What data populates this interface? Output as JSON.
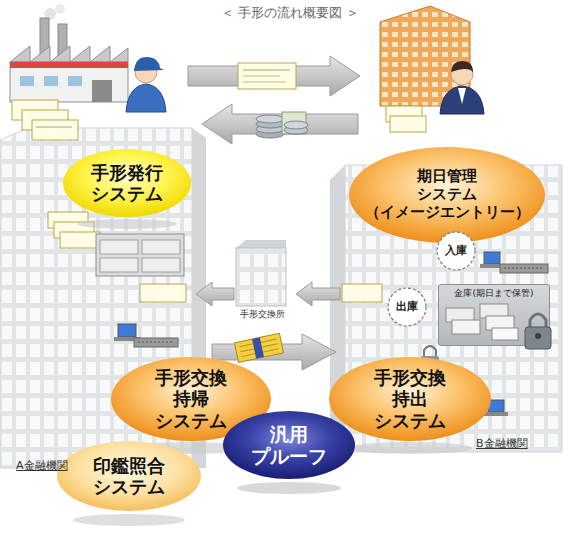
{
  "diagram": {
    "title": "＜ 手形の流れ概要図 ＞",
    "nodes": [
      {
        "text": [
          "手形発行 システム"
        ]
      },
      {
        "text": [
          "期日管理 システム （イメージエントリー）"
        ]
      },
      {
        "text": [
          "入庫"
        ]
      },
      {
        "text": [
          "金庫(期日まで保管)"
        ]
      },
      {
        "text": [
          "出庫"
        ]
      },
      {
        "text": [
          "手形交換 持帰 システム"
        ]
      },
      {
        "text": [
          "手形交換 持出 システム"
        ]
      },
      {
        "text": [
          "汎用 プルーフ"
        ]
      },
      {
        "text": [
          "印鑑照合 システム"
        ]
      }
    ],
    "labels": [
      "手形交換所",
      "A金融機関",
      "B金融機関"
    ]
  }
}
